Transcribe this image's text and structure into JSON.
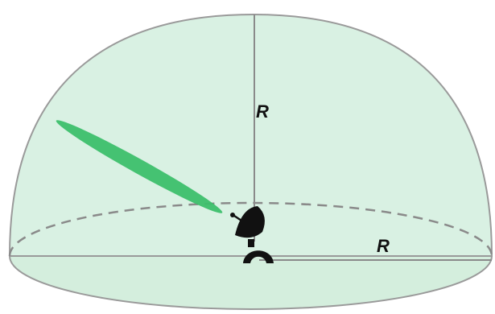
{
  "labels": {
    "vertical_radius": "R",
    "horizontal_radius": "R"
  },
  "colors": {
    "dome_fill": "#d9f1e3",
    "dome_outline": "#9a9a9a",
    "base_fill": "#d4eedd",
    "beam": "#3dbf6b",
    "radius_line": "#8a8a8a",
    "antenna": "#111111"
  },
  "icons": {
    "antenna": "radar-dish-icon",
    "beam": "radar-beam"
  }
}
